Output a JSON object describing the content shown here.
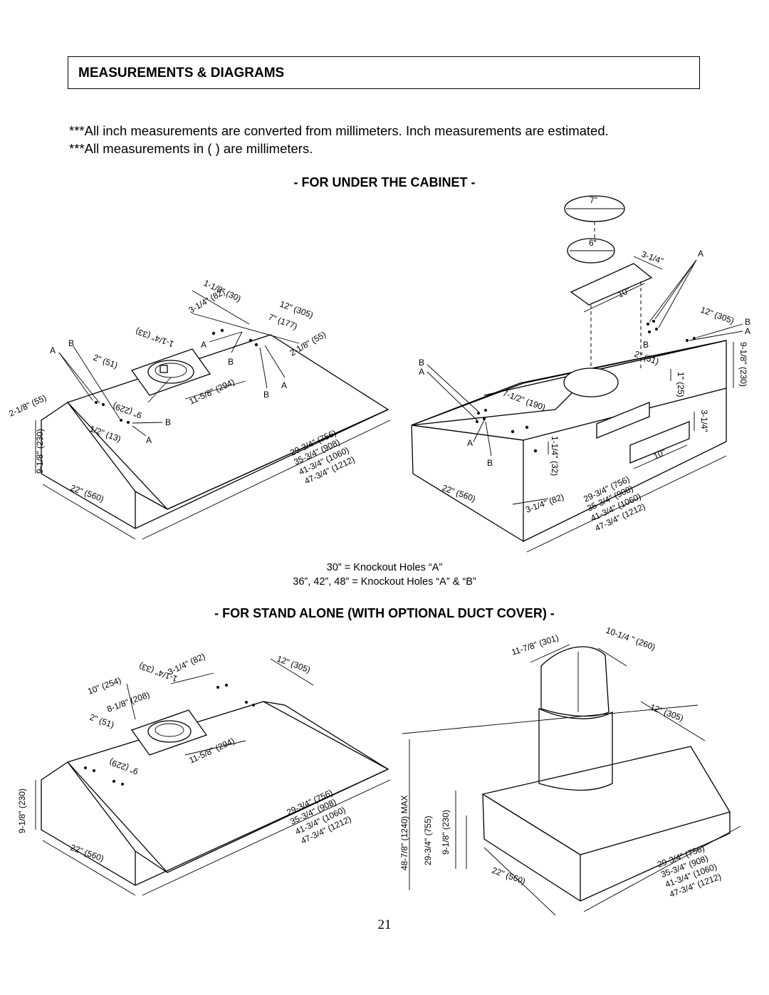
{
  "header": {
    "title": "MEASUREMENTS & DIAGRAMS"
  },
  "notes": {
    "line1": "***All inch measurements are converted from millimeters.  Inch measurements are estimated.",
    "line2": "***All measurements in ( ) are millimeters."
  },
  "sections": {
    "under_cabinet": "- FOR UNDER THE CABINET -",
    "stand_alone": "- FOR STAND ALONE (WITH OPTIONAL DUCT COVER) -"
  },
  "knockouts": {
    "line1": "30” = Knockout Holes “A”",
    "line2": "36”, 42”, 48” = Knockout Holes “A” & “B”"
  },
  "labels": {
    "hole_a": "A",
    "hole_b": "B",
    "d_1_1_8_30": "1-1/8\" (30)",
    "d_3_1_4_82": "3-1/4\" (82)",
    "d_12_305": "12\" (305)",
    "d_7_177": "7\" (177)",
    "d_1_1_4_33": "1-1/4\" (33)",
    "d_2_1_8_55": "2-1/8\" (55)",
    "d_2_51": "2\" (51)",
    "d_9_229": "9\" (229)",
    "d_11_5_8_294": "11-5/8\" (294)",
    "d_1_2_13": "1/2\" (13)",
    "d_9_1_8_230": "9-1/8\" (230)",
    "d_22_560": "22\" (560)",
    "d_29_3_4_756": "29-3/4\" (756)",
    "d_35_3_4_908": "35-3/4\" (908)",
    "d_41_3_4_1060": "41-3/4\" (1060)",
    "d_47_3_4_1212": "47-3/4\" (1212)",
    "d_7": "7\"",
    "d_6": "6\"",
    "d_3_1_4": "3-1/4\"",
    "d_10": "10\"",
    "d_1_25": "1\" (25)",
    "d_7_1_2_190": "7-1/2\" (190)",
    "d_1_1_4_32": "1-1/4\" (32)",
    "d_10_254": "10\" (254)",
    "d_8_1_8_208": "8-1/8\" (208)",
    "d_11_7_8_301": "11-7/8\" (301)",
    "d_10_1_4_260": "10-1/4 \" (260)",
    "d_48_7_8_1240_max": "48-7/8\" (1240) MAX",
    "d_29_3_4_755": "29-3/4\" (755)"
  },
  "page_number": "21"
}
